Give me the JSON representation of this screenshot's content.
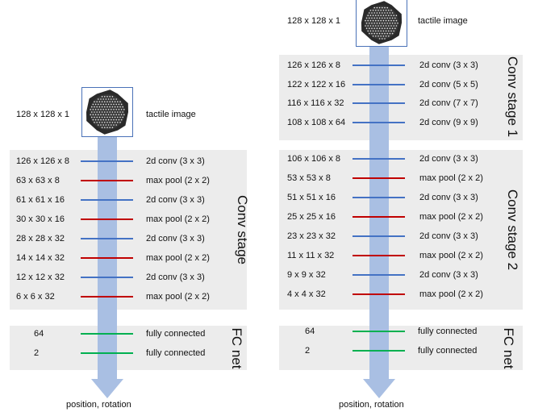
{
  "left": {
    "input": {
      "size": "128 x 128 x 1",
      "label": "tactile image"
    },
    "conv_stage_title": "Conv stage",
    "conv_layers": [
      {
        "size": "126 x 126 x 8",
        "op": "2d conv (3 x 3)",
        "kind": "conv"
      },
      {
        "size": "63 x 63 x 8",
        "op": "max pool (2 x 2)",
        "kind": "pool"
      },
      {
        "size": "61 x 61 x 16",
        "op": "2d conv (3 x 3)",
        "kind": "conv"
      },
      {
        "size": "30 x 30 x 16",
        "op": "max pool (2 x 2)",
        "kind": "pool"
      },
      {
        "size": "28 x 28 x 32",
        "op": "2d conv (3 x 3)",
        "kind": "conv"
      },
      {
        "size": "14 x 14 x 32",
        "op": "max pool (2 x 2)",
        "kind": "pool"
      },
      {
        "size": "12 x 12 x 32",
        "op": "2d conv (3 x 3)",
        "kind": "conv"
      },
      {
        "size": "6 x 6 x 32",
        "op": "max pool (2 x 2)",
        "kind": "pool"
      }
    ],
    "fc_title": "FC net",
    "fc_layers": [
      {
        "size": "64",
        "op": "fully connected",
        "kind": "fc"
      },
      {
        "size": "2",
        "op": "fully connected",
        "kind": "fc"
      }
    ],
    "output": "position, rotation"
  },
  "right": {
    "input": {
      "size": "128 x 128 x 1",
      "label": "tactile image"
    },
    "conv_stage1_title": "Conv stage 1",
    "conv_stage1_layers": [
      {
        "size": "126 x 126 x 8",
        "op": "2d conv (3 x 3)",
        "kind": "conv"
      },
      {
        "size": "122 x 122 x 16",
        "op": "2d conv (5 x 5)",
        "kind": "conv"
      },
      {
        "size": "116 x 116 x 32",
        "op": "2d conv (7 x 7)",
        "kind": "conv"
      },
      {
        "size": "108 x 108 x 64",
        "op": "2d conv (9 x 9)",
        "kind": "conv"
      }
    ],
    "conv_stage2_title": "Conv stage 2",
    "conv_stage2_layers": [
      {
        "size": "106 x 106 x 8",
        "op": "2d conv (3 x 3)",
        "kind": "conv"
      },
      {
        "size": "53 x 53 x 8",
        "op": "max pool (2 x 2)",
        "kind": "pool"
      },
      {
        "size": "51 x 51 x 16",
        "op": "2d conv (3 x 3)",
        "kind": "conv"
      },
      {
        "size": "25 x 25 x 16",
        "op": "max pool (2 x 2)",
        "kind": "pool"
      },
      {
        "size": "23 x 23 x 32",
        "op": "2d conv (3 x 3)",
        "kind": "conv"
      },
      {
        "size": "11 x 11 x 32",
        "op": "max pool (2 x 2)",
        "kind": "pool"
      },
      {
        "size": "9 x 9 x 32",
        "op": "2d conv (3 x 3)",
        "kind": "conv"
      },
      {
        "size": "4 x 4 x 32",
        "op": "max pool (2 x 2)",
        "kind": "pool"
      }
    ],
    "fc_title": "FC net",
    "fc_layers": [
      {
        "size": "64",
        "op": "fully connected",
        "kind": "fc"
      },
      {
        "size": "2",
        "op": "fully connected",
        "kind": "fc"
      }
    ],
    "output": "position, rotation"
  },
  "colors": {
    "conv": "#4472c4",
    "pool": "#c00000",
    "fc": "#00b050",
    "arrow": "#a9bfe3",
    "panel": "#ececec"
  }
}
